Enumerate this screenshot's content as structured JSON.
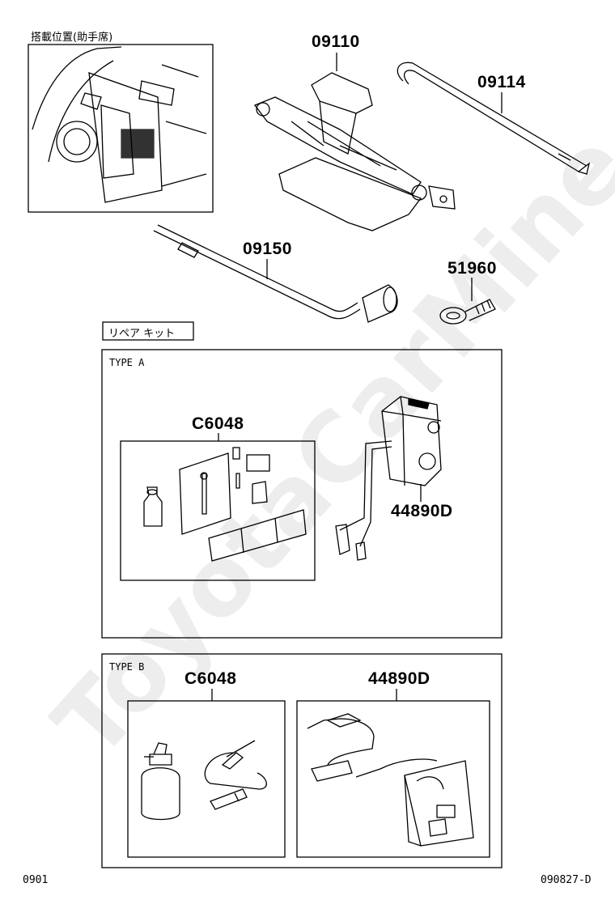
{
  "location_label": "搭載位置(助手席)",
  "parts": {
    "jack": "09110",
    "jack_handle": "09114",
    "wheel_wrench": "09150",
    "towing_eye": "51960"
  },
  "repair_kit_label": "リペア キット",
  "type_a": {
    "label": "TYPE A",
    "sealant_kit": "C6048",
    "compressor": "44890D"
  },
  "type_b": {
    "label": "TYPE B",
    "sealant_kit": "C6048",
    "compressor": "44890D"
  },
  "footer": {
    "left": "0901",
    "right": "090827-D"
  },
  "watermark": "ToyotaCarMine.ru"
}
